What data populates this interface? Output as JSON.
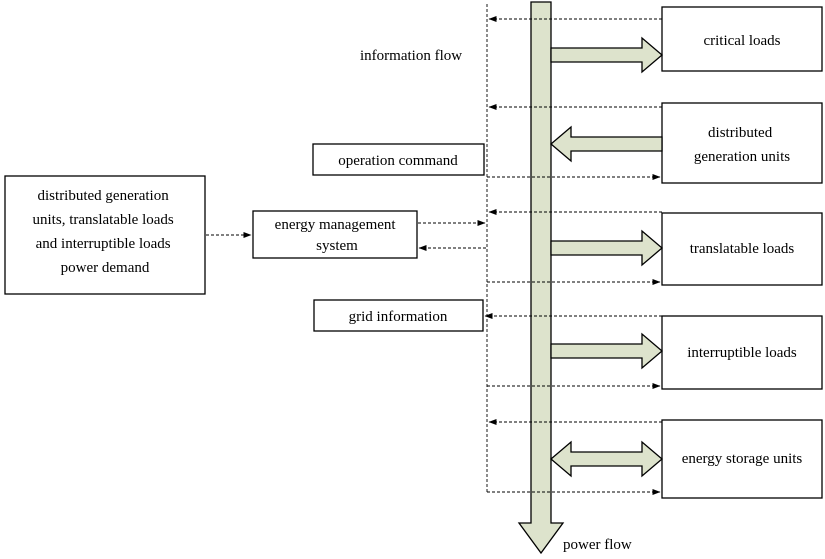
{
  "diagram": {
    "labels": {
      "information_flow": "information flow",
      "power_flow": "power flow"
    },
    "left_box": {
      "lines": [
        "distributed generation",
        "units, translatable loads",
        "and interruptible loads",
        "power demand"
      ]
    },
    "ems_box": {
      "lines": [
        "energy management",
        "system"
      ]
    },
    "operation_command": "operation command",
    "grid_information": "grid information",
    "right_boxes": [
      {
        "lines": [
          "critical loads"
        ]
      },
      {
        "lines": [
          "distributed",
          "generation units"
        ]
      },
      {
        "lines": [
          "translatable loads"
        ]
      },
      {
        "lines": [
          "interruptible loads"
        ]
      },
      {
        "lines": [
          "energy storage units"
        ]
      }
    ],
    "colors": {
      "power_arrow_fill": "#dde3cc",
      "stroke": "#000000"
    }
  }
}
